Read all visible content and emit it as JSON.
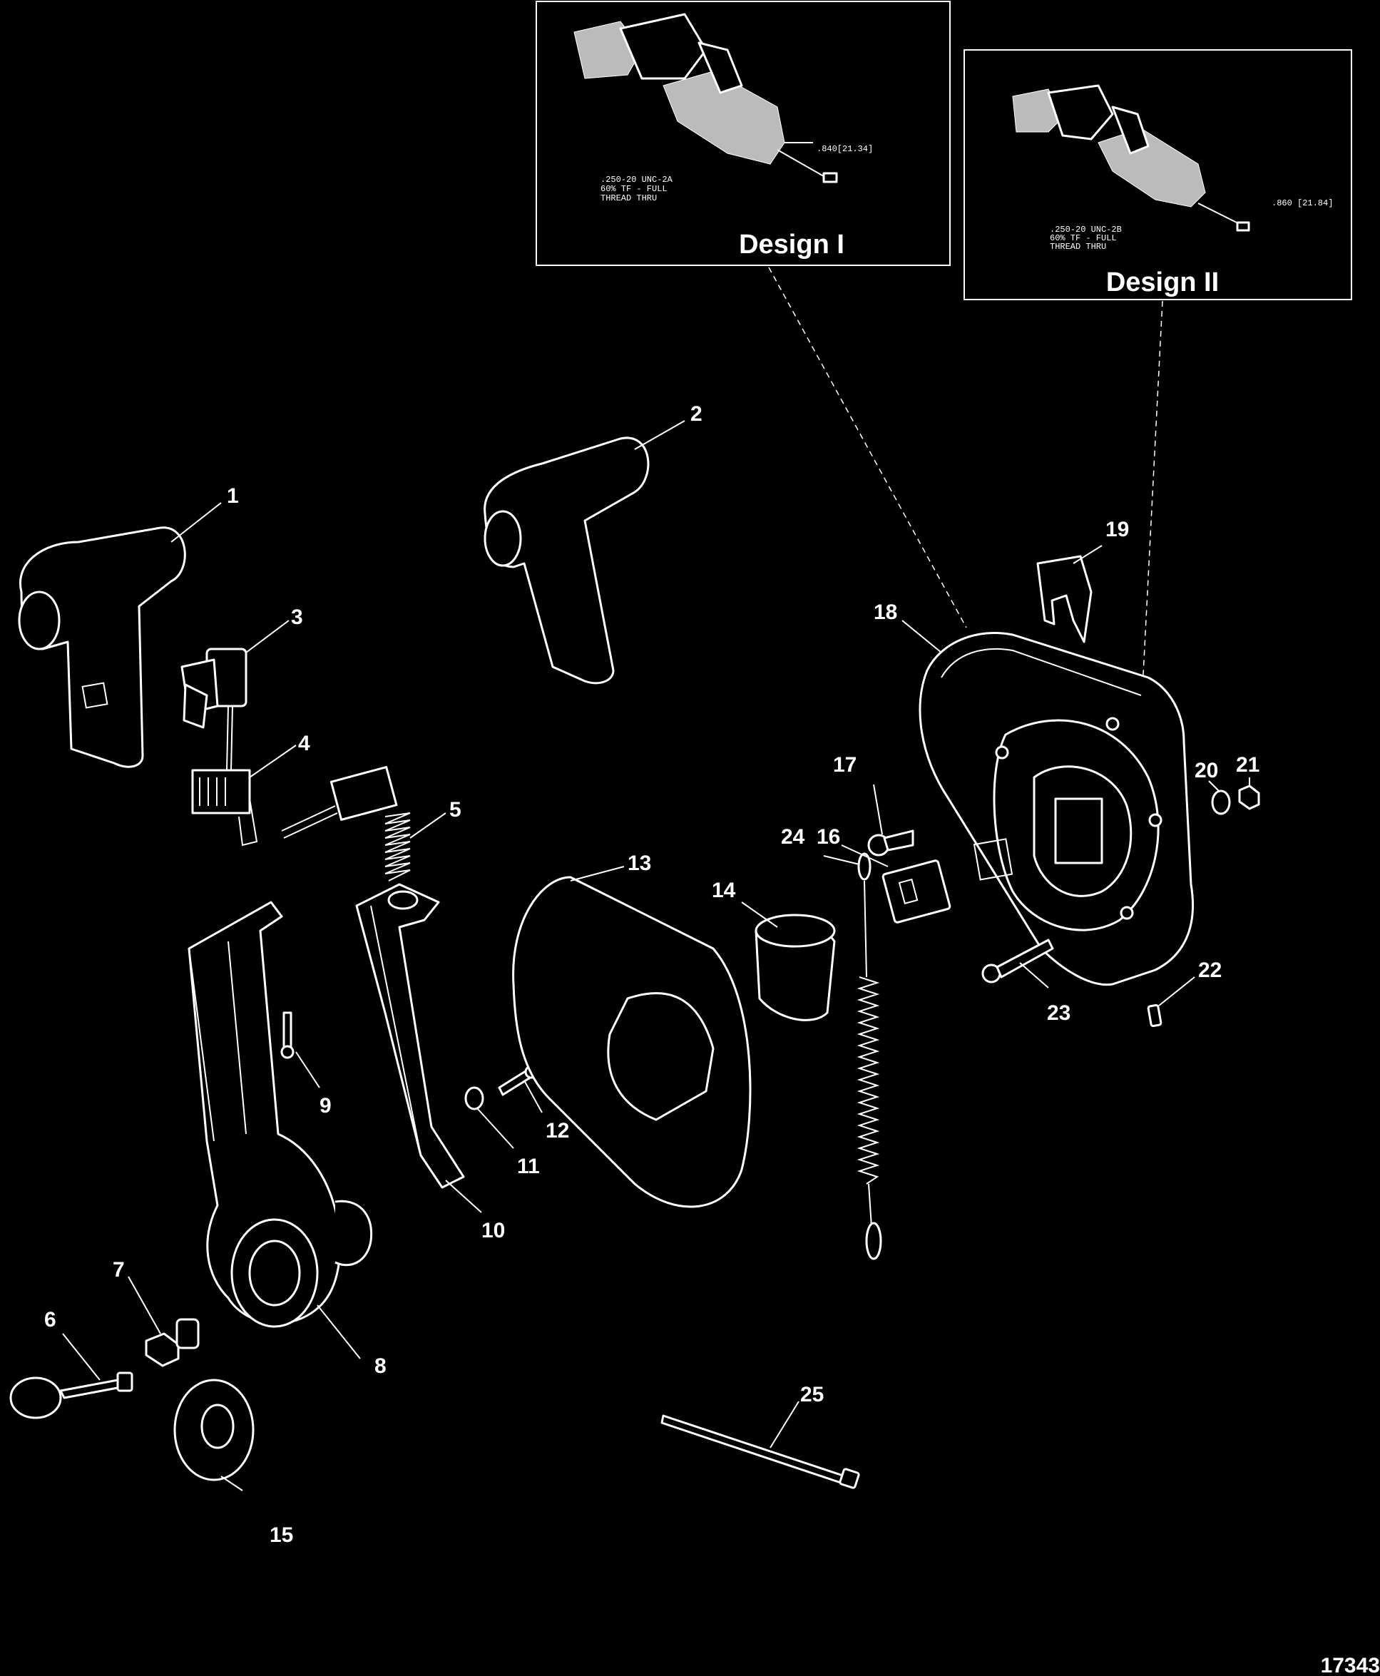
{
  "inset_design_1": {
    "title": "Design I",
    "dimension": ".840[21.34]",
    "note_lines": [
      ".250-20 UNC-2A",
      "60% TF - FULL",
      "THREAD THRU"
    ]
  },
  "inset_design_2": {
    "title": "Design II",
    "dimension": ".860 [21.84]",
    "note_lines": [
      ".250-20 UNC-2B",
      "60% TF - FULL",
      "THREAD THRU"
    ]
  },
  "callouts": [
    "1",
    "2",
    "3",
    "4",
    "5",
    "6",
    "7",
    "8",
    "9",
    "10",
    "11",
    "12",
    "13",
    "14",
    "15",
    "16",
    "17",
    "18",
    "19",
    "20",
    "21",
    "22",
    "23",
    "24",
    "25"
  ],
  "figure_number": "17343"
}
